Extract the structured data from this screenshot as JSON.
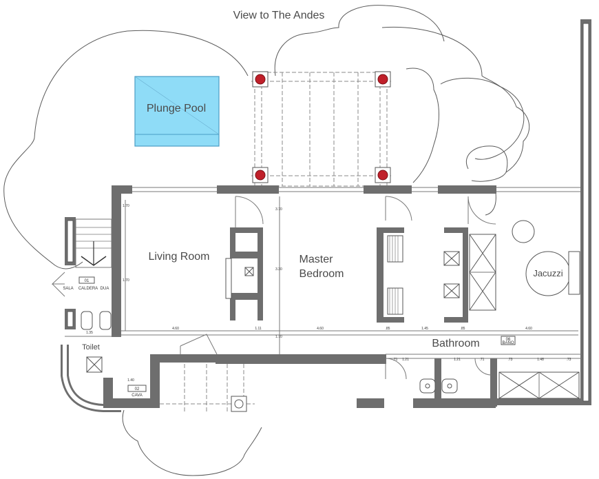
{
  "header": {
    "view_label": "View to The Andes"
  },
  "rooms": {
    "plunge_pool": "Plunge Pool",
    "living_room": "Living Room",
    "master_line1": "Master",
    "master_line2": "Bedroom",
    "jacuzzi": "Jacuzzi",
    "bathroom": "Bathroom",
    "toilet": "Toilet"
  },
  "tags": {
    "sala": "SALA",
    "caldera": "CALDERA",
    "dua": "DUA",
    "num_01": "01",
    "num_02": "02",
    "cava": "CAVA",
    "num_06": "06",
    "bano": "BAÑO"
  },
  "dimensions": {
    "living_width": "4.60",
    "master_width": "4.60",
    "jacuzzi_width": "4.60",
    "gap_1": "1.11",
    "gap_2": ".85",
    "gap_3": ".85",
    "bath_a": "1.45",
    "toilet_w": "1.35",
    "cava_w": "1.40",
    "v1": "1.70",
    "v2": "3.70",
    "v3": "3.30",
    "v4": "1.70",
    "v5": "1.70",
    "b1": "1.21",
    "b2": "1.21",
    "b3": ".71",
    "b4": ".71",
    "b5": ".73",
    "b6": "1.48",
    "b7": ".73"
  },
  "colors": {
    "pool_fill": "#8fdcf7",
    "pool_stroke": "#4a9cc4",
    "wall": "#6e6e6e",
    "column": "#c0202a",
    "text": "#4a4a4a"
  }
}
